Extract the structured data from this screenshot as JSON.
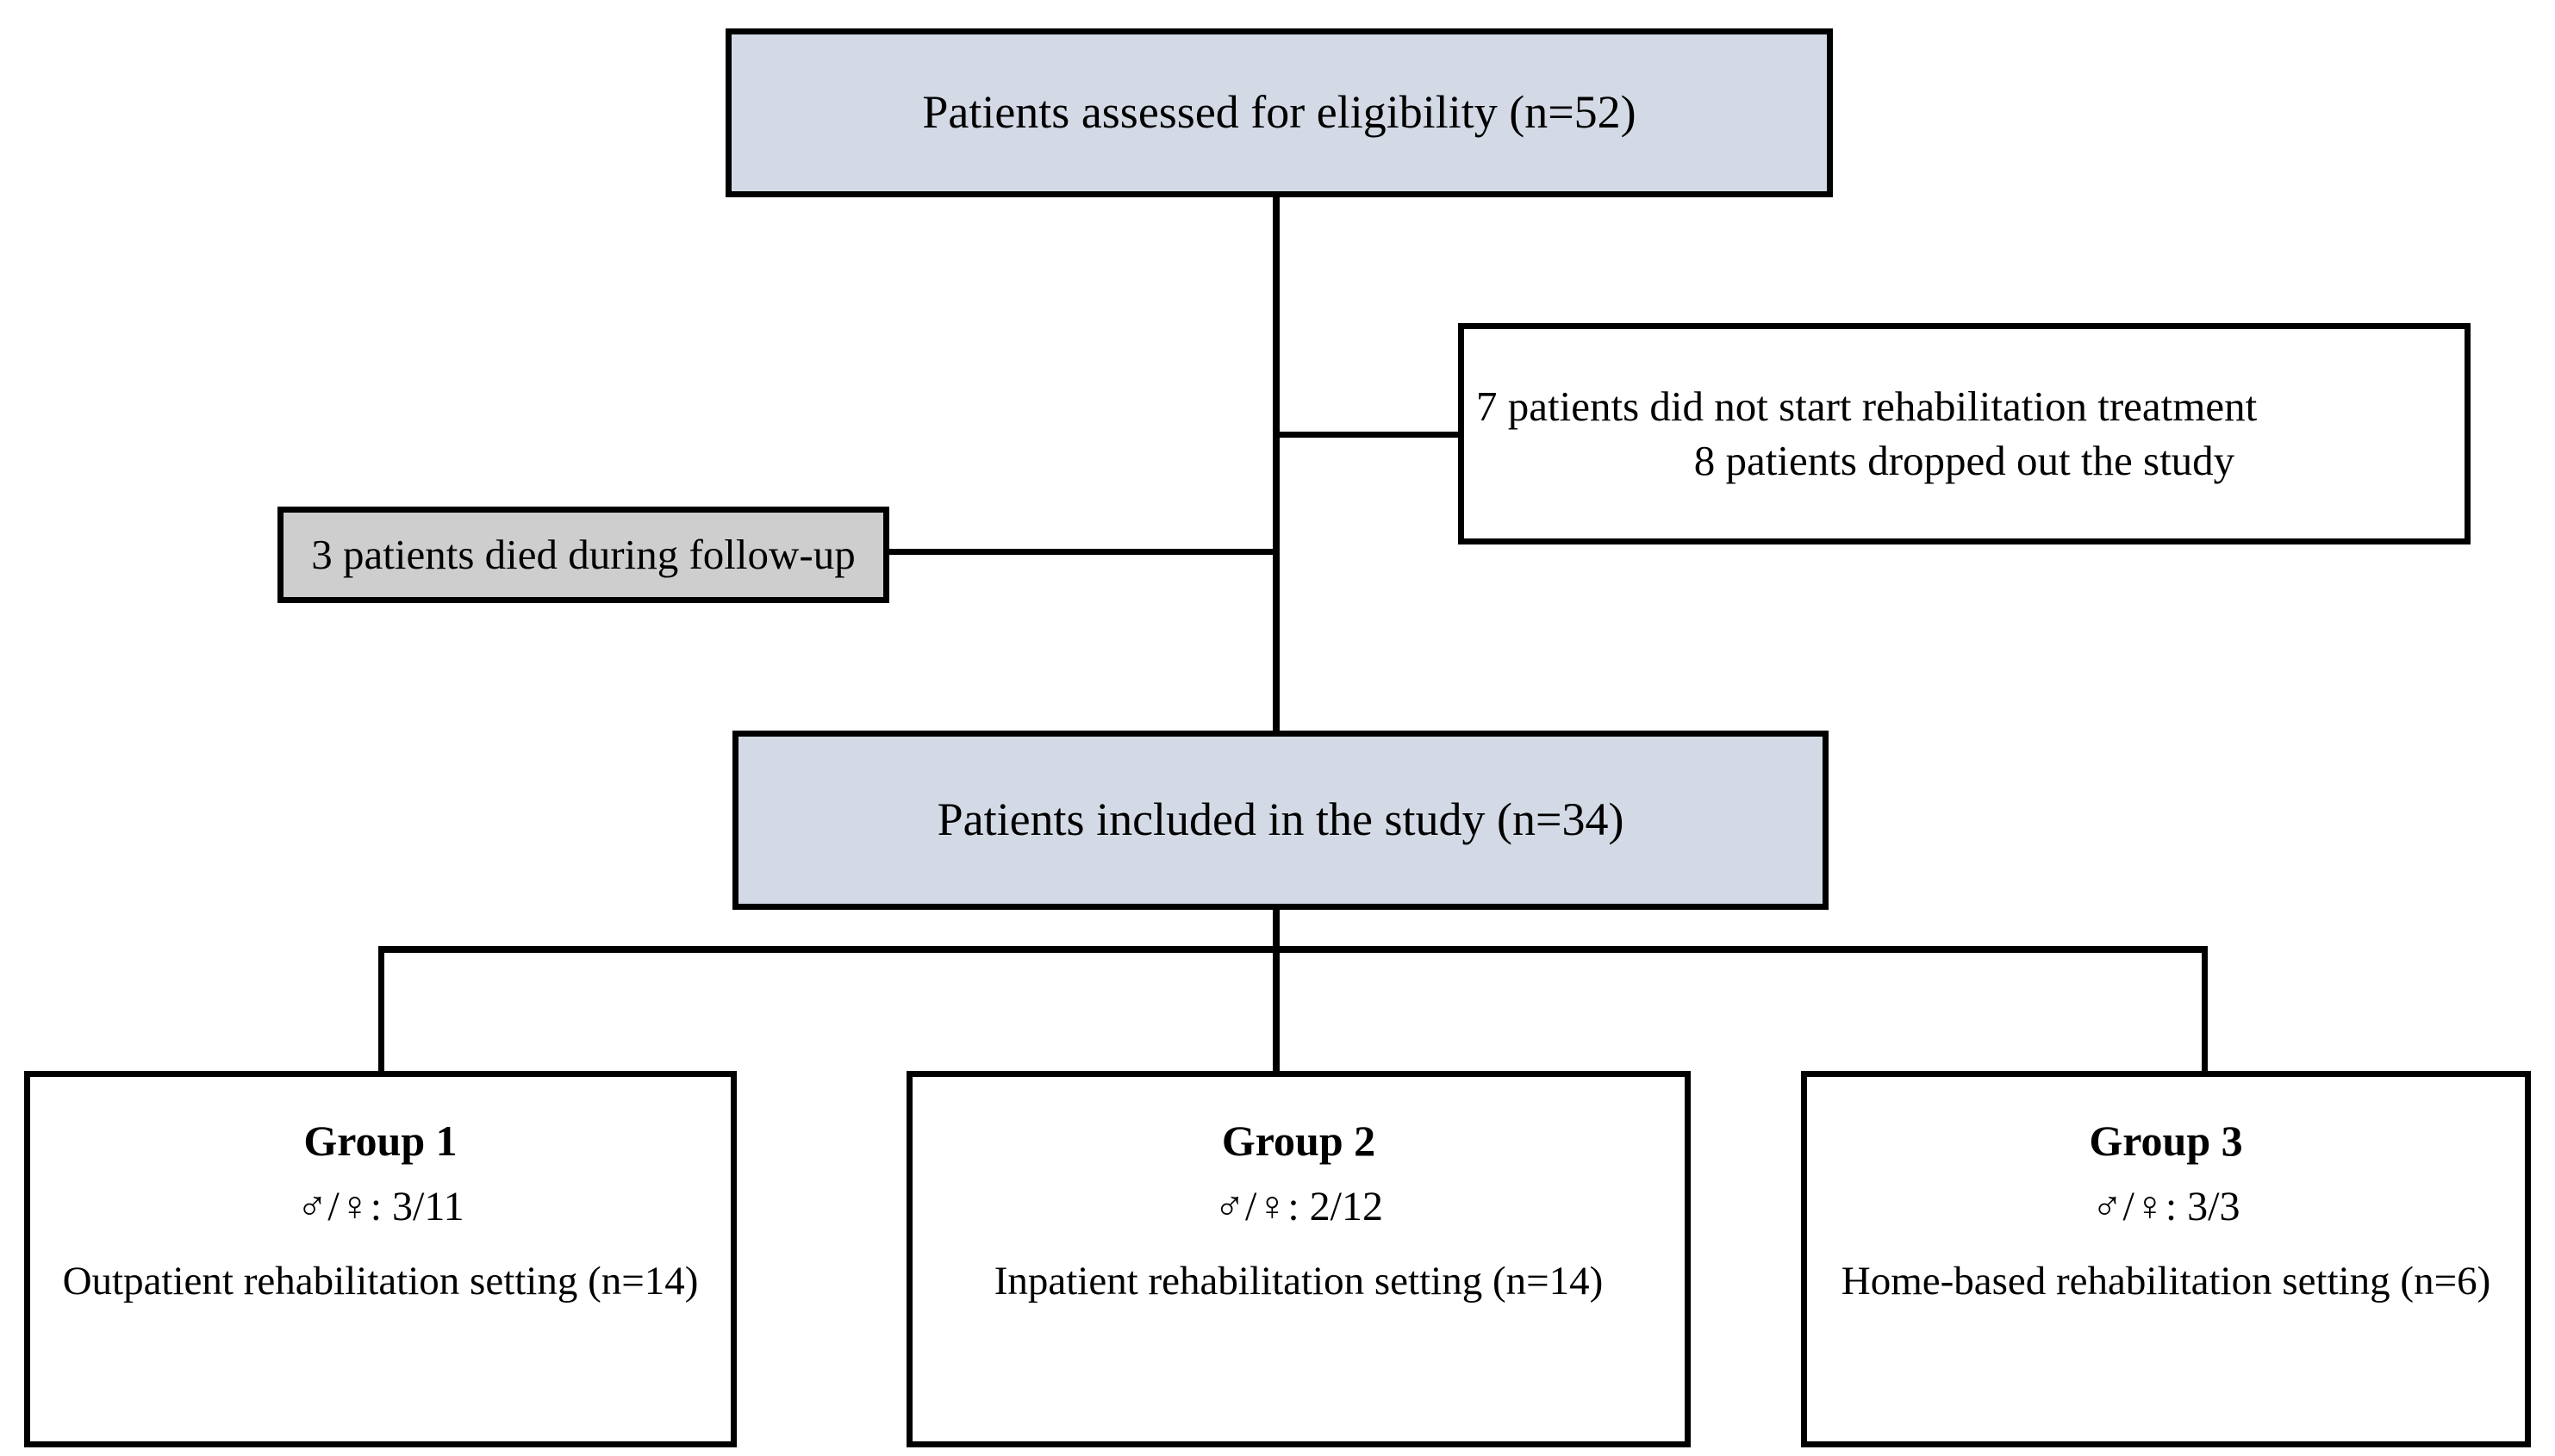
{
  "diagram": {
    "type": "flowchart",
    "title": "Patient enrollment flow diagram",
    "colors": {
      "included_fill": "#d3dae5",
      "excluded_fill": "#ffffff",
      "died_fill": "#cecece",
      "border": "#000000",
      "text": "#000000"
    },
    "nodes": {
      "eligibility": {
        "label": "Patients assessed for eligibility (n=52)",
        "n": 52,
        "fill": "#d3dae5"
      },
      "excluded": {
        "line1": "7 patients did not start rehabilitation treatment",
        "line2": "8 patients dropped out the study",
        "not_started": 7,
        "dropped_out": 8,
        "fill": "#ffffff"
      },
      "died": {
        "label": "3 patients died during follow-up",
        "n": 3,
        "fill": "#cecece"
      },
      "included": {
        "label": "Patients included in the study (n=34)",
        "n": 34,
        "fill": "#d3dae5"
      }
    },
    "groups": [
      {
        "title": "Group 1",
        "sex_ratio": "♂/♀: 3/11",
        "males": 3,
        "females": 11,
        "setting": "Outpatient rehabilitation setting (n=14)",
        "n": 14
      },
      {
        "title": "Group 2",
        "sex_ratio": "♂/♀: 2/12",
        "males": 2,
        "females": 12,
        "setting": "Inpatient rehabilitation setting (n=14)",
        "n": 14
      },
      {
        "title": "Group 3",
        "sex_ratio": "♂/♀: 3/3",
        "males": 3,
        "females": 3,
        "setting": "Home-based rehabilitation setting (n=6)",
        "n": 6
      }
    ]
  }
}
